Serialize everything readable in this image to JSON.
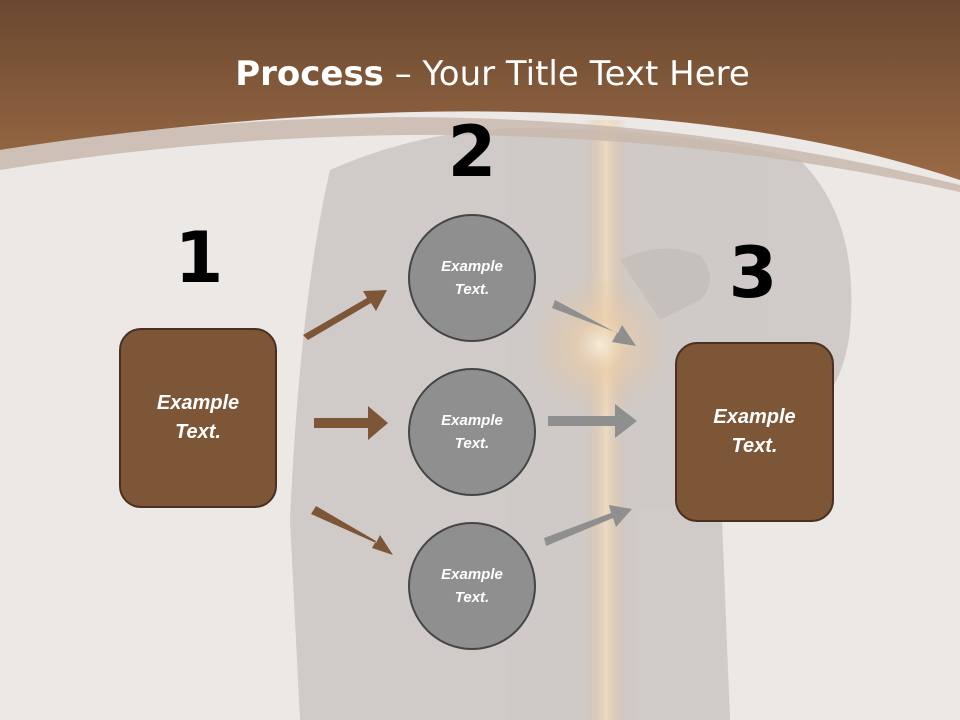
{
  "title": {
    "bold": "Process",
    "rest": " – Your Title Text Here"
  },
  "steps": {
    "one": "1",
    "two": "2",
    "three": "3"
  },
  "left_box": {
    "text": "Example\nText."
  },
  "circles": [
    {
      "text": "Example\nText."
    },
    {
      "text": "Example\nText."
    },
    {
      "text": "Example\nText."
    }
  ],
  "right_box": {
    "text": "Example\nText."
  },
  "colors": {
    "header_brown": "#8a5c3c",
    "box_fill": "#7d5638",
    "box_border": "#4a3020",
    "circle_fill": "#8f8f8f",
    "circle_border": "#454545",
    "arrow_brown": "#7d5638",
    "arrow_gray": "#8f8f8f"
  }
}
